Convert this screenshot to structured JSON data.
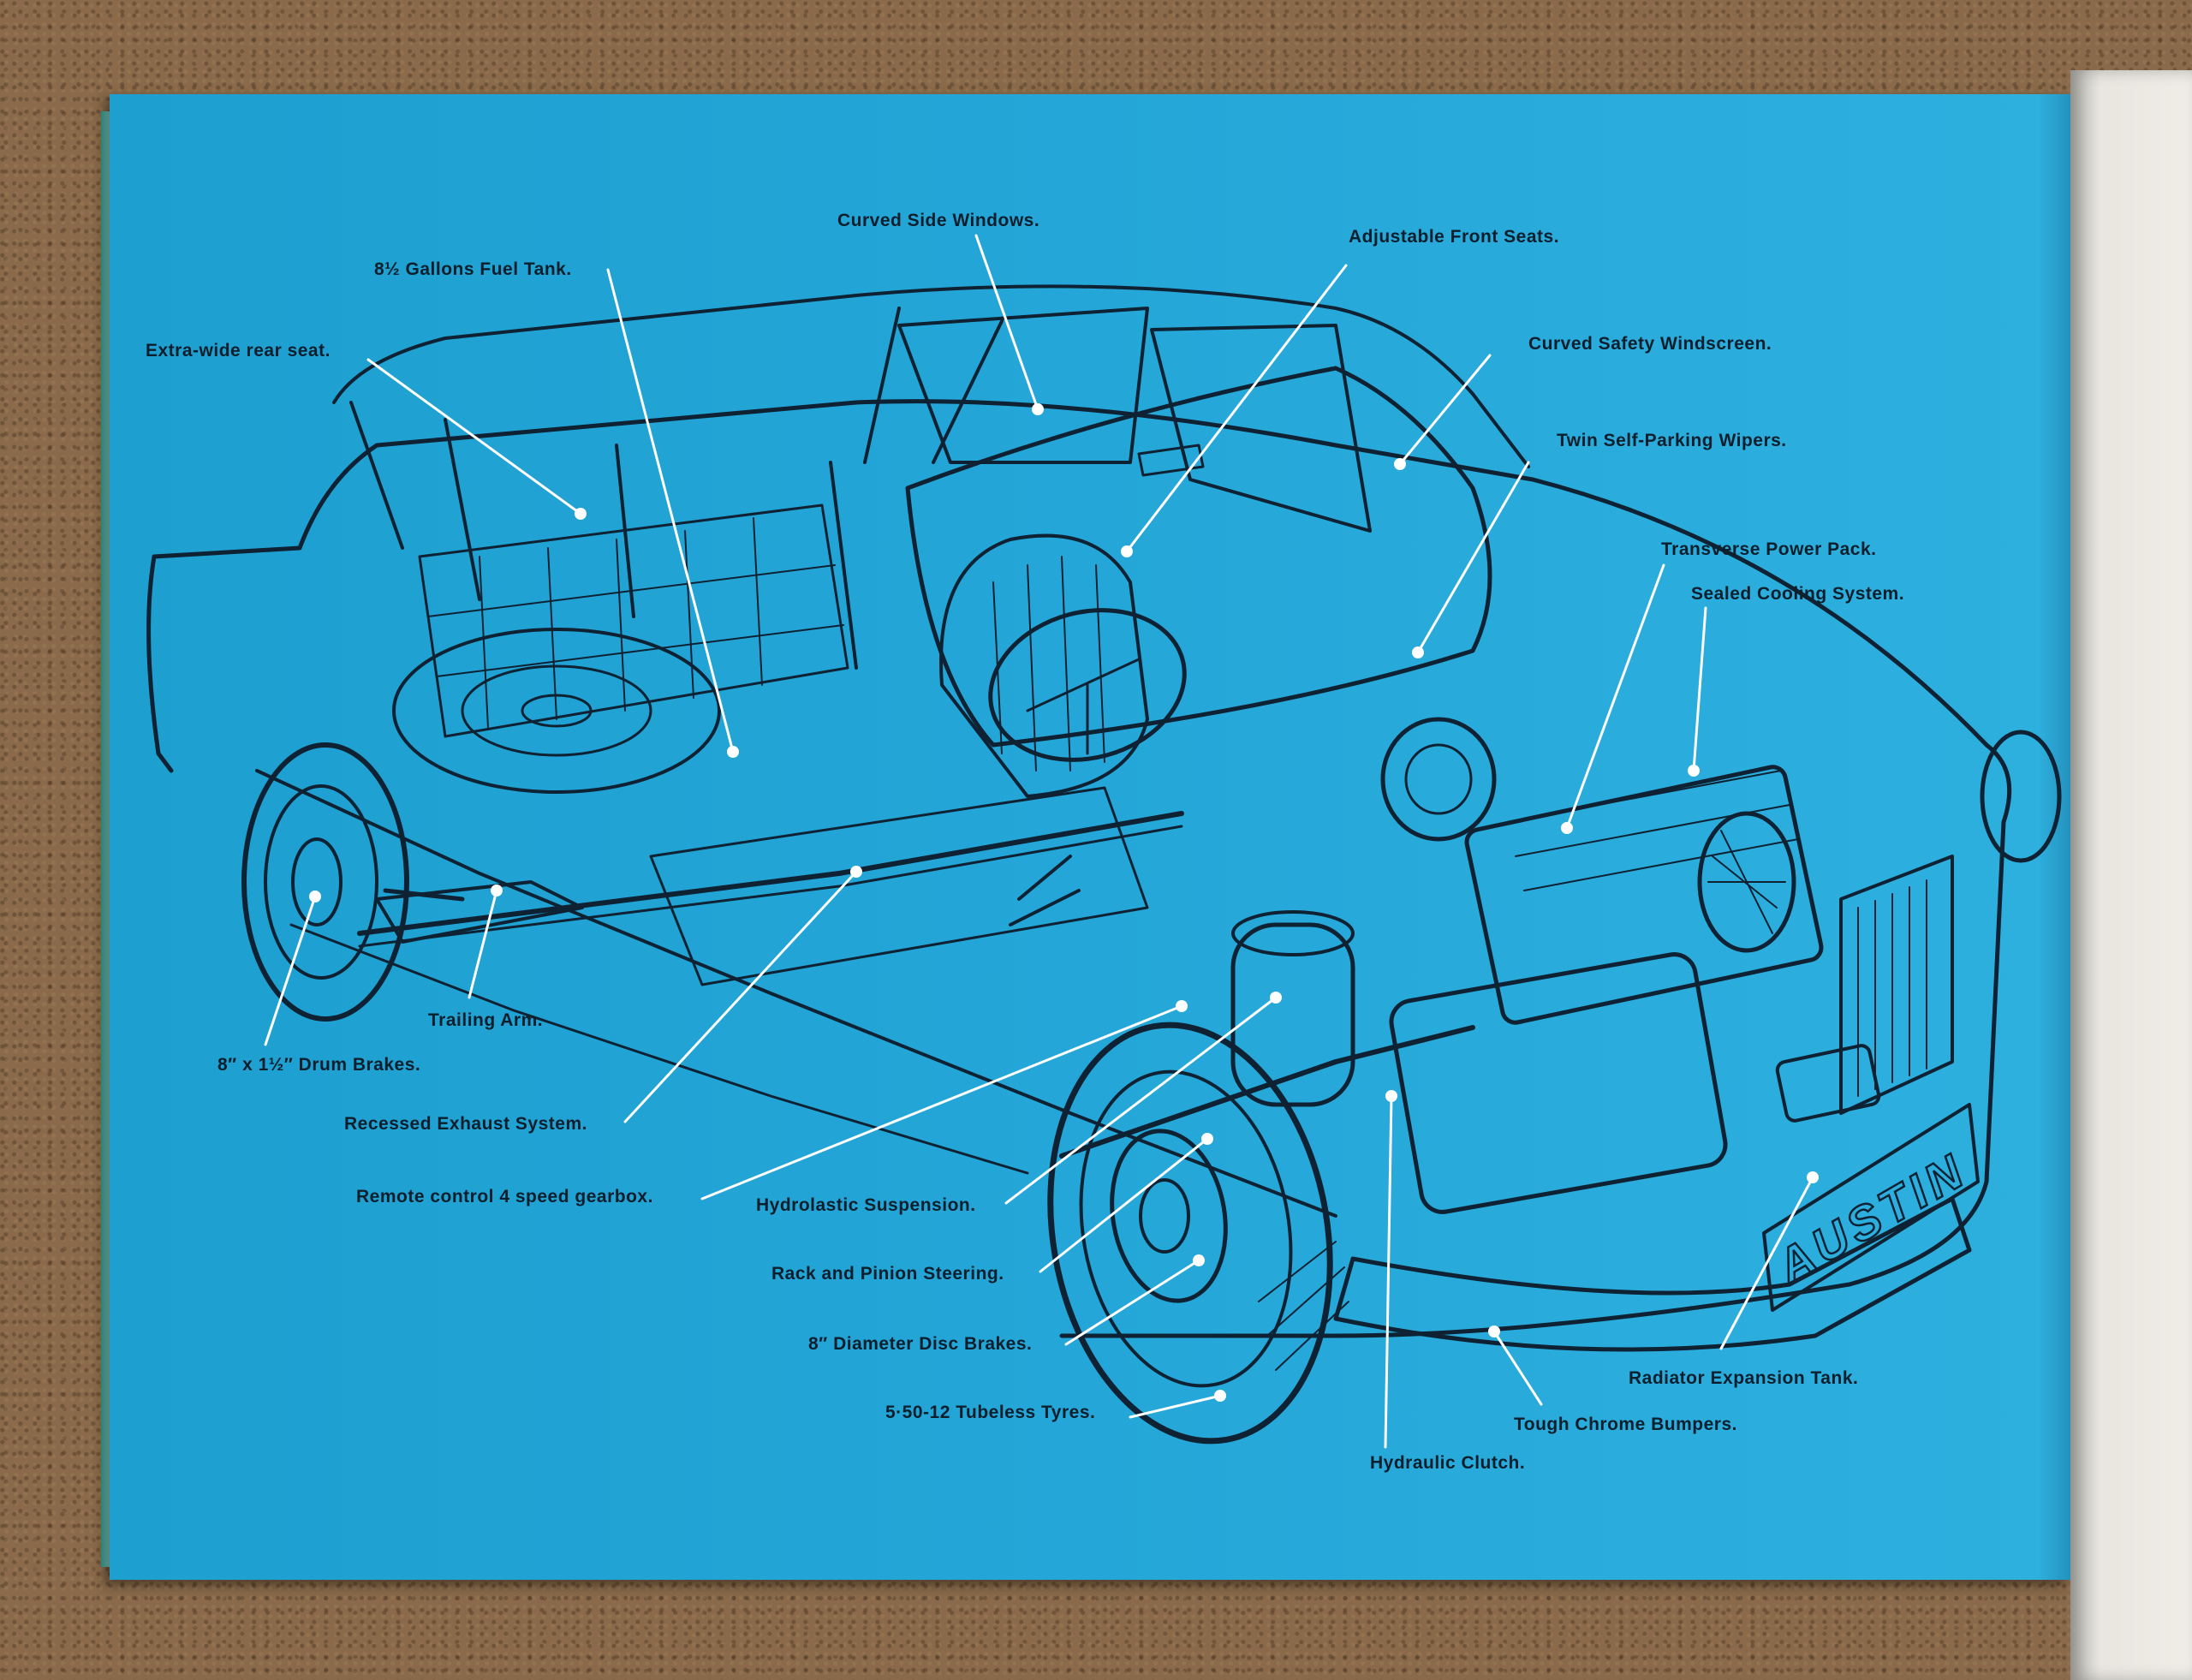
{
  "labels": {
    "curved_side_windows": "Curved Side Windows.",
    "adjustable_front_seats": "Adjustable Front Seats.",
    "fuel_tank": "8½ Gallons Fuel Tank.",
    "extra_wide_rear_seat": "Extra-wide rear seat.",
    "curved_safety_windscreen": "Curved Safety Windscreen.",
    "twin_wipers": "Twin Self-Parking Wipers.",
    "transverse_power_pack": "Transverse Power Pack.",
    "sealed_cooling": "Sealed Cooling System.",
    "trailing_arm": "Trailing Arm.",
    "drum_brakes": "8″ x 1½″ Drum Brakes.",
    "recessed_exhaust": "Recessed Exhaust System.",
    "gearbox": "Remote control 4 speed gearbox.",
    "hydrolastic": "Hydrolastic Suspension.",
    "steering": "Rack and Pinion Steering.",
    "disc_brakes": "8″ Diameter Disc Brakes.",
    "tyres": "5·50-12 Tubeless Tyres.",
    "hydraulic_clutch": "Hydraulic Clutch.",
    "bumpers": "Tough Chrome Bumpers.",
    "radiator_tank": "Radiator Expansion Tank."
  },
  "badge": {
    "grille_badge": "AUSTIN"
  },
  "colors": {
    "page": "#24a7d8",
    "ink": "#0d1e2c",
    "leader": "#ffffff"
  }
}
